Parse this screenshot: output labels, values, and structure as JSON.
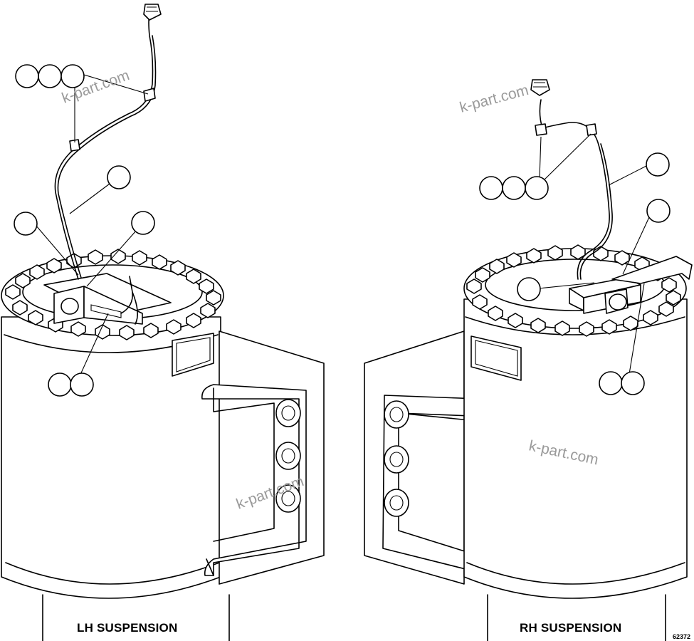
{
  "labels": {
    "left_caption": "LH SUSPENSION",
    "right_caption": "RH SUSPENSION",
    "figure_number": "62372"
  },
  "watermarks": [
    "k-part.com",
    "k-part.com",
    "k-part.com",
    "k-part.com"
  ],
  "colors": {
    "line": "#000000",
    "background": "#ffffff",
    "watermark": "#9a9a9a"
  }
}
